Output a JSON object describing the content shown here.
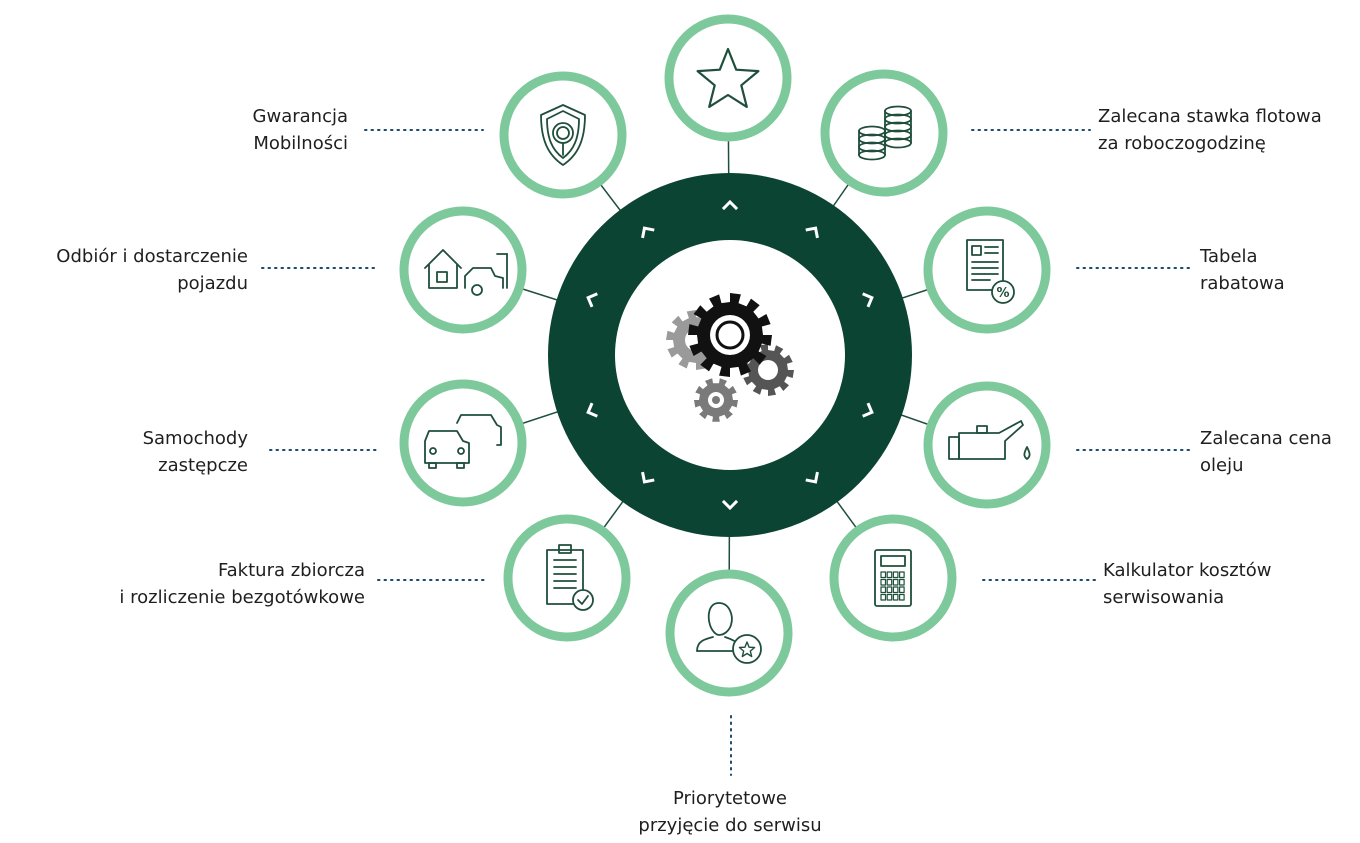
{
  "diagram": {
    "colors": {
      "dark_green": "#0b4433",
      "light_green": "#7ec99b",
      "icon": "#1f4f3c",
      "connector": "#1f4f3c",
      "dots": "#1b4a6b"
    },
    "center_icon": "gears-icon",
    "items": [
      {
        "id": "gwarancja",
        "icon": "shield-icon",
        "lines": [
          "Gwarancja",
          "Mobilności"
        ]
      },
      {
        "id": "star",
        "icon": "star-icon",
        "lines": []
      },
      {
        "id": "stawka",
        "icon": "coins-icon",
        "lines": [
          "Zalecana stawka flotowa",
          "za roboczogodzinę"
        ]
      },
      {
        "id": "tabela",
        "icon": "discount-document-icon",
        "lines": [
          "Tabela",
          "rabatowa"
        ]
      },
      {
        "id": "olej",
        "icon": "oil-can-icon",
        "lines": [
          "Zalecana cena",
          "oleju"
        ]
      },
      {
        "id": "kalkulator",
        "icon": "calculator-icon",
        "lines": [
          "Kalkulator kosztów",
          "serwisowania"
        ]
      },
      {
        "id": "priorytet",
        "icon": "person-star-icon",
        "lines": [
          "Priorytetowe",
          "przyjęcie do serwisu"
        ]
      },
      {
        "id": "faktura",
        "icon": "clipboard-check-icon",
        "lines": [
          "Faktura zbiorcza",
          "i rozliczenie bezgotówkowe"
        ]
      },
      {
        "id": "samochody",
        "icon": "cars-icon",
        "lines": [
          "Samochody",
          "zastępcze"
        ]
      },
      {
        "id": "odbior",
        "icon": "house-car-icon",
        "lines": [
          "Odbiór i dostarczenie",
          "pojazdu"
        ]
      }
    ]
  }
}
